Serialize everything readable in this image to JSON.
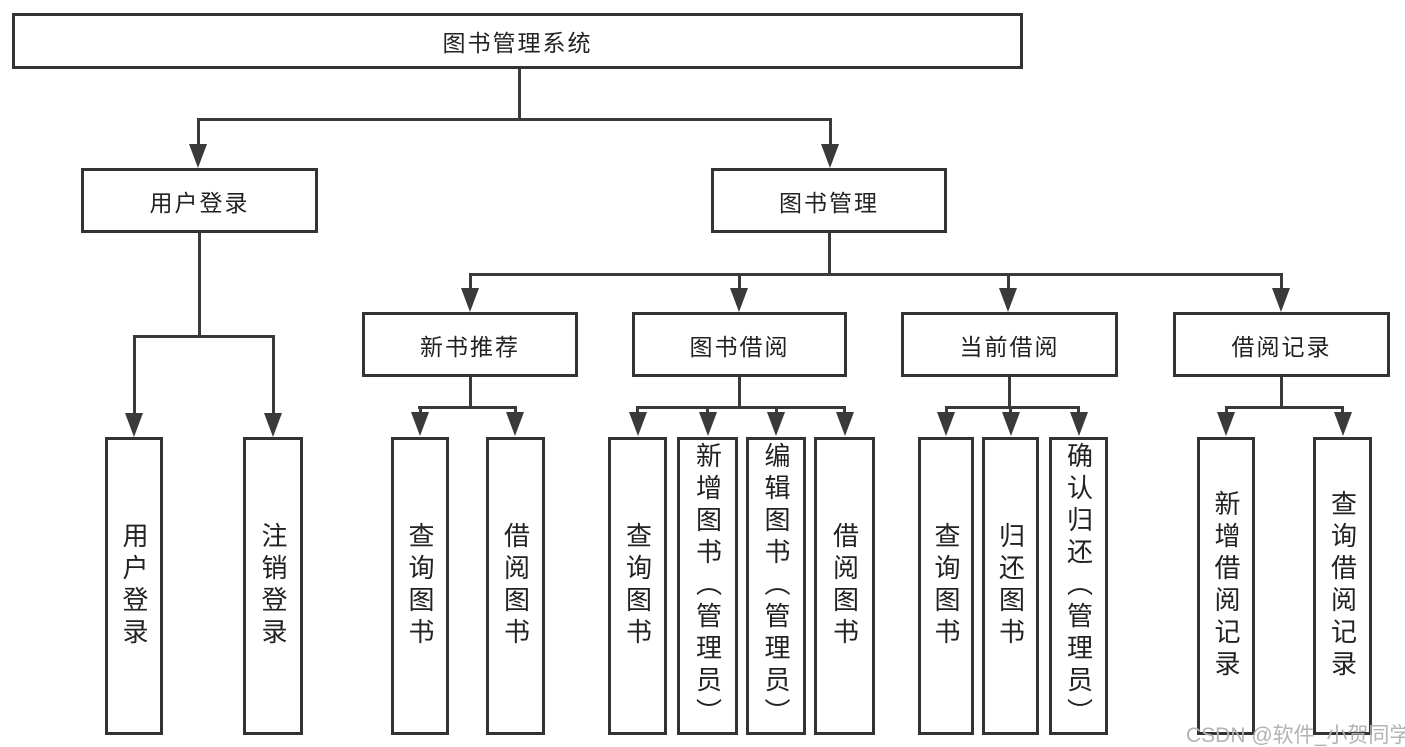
{
  "diagram": {
    "type": "hierarchy",
    "root": {
      "label": "图书管理系统"
    },
    "level2": [
      {
        "label": "用户登录"
      },
      {
        "label": "图书管理"
      }
    ],
    "level3": [
      {
        "label": "新书推荐"
      },
      {
        "label": "图书借阅"
      },
      {
        "label": "当前借阅"
      },
      {
        "label": "借阅记录"
      }
    ],
    "leaves": {
      "user_login": [
        "用户登录",
        "注销登录"
      ],
      "new_books": [
        "查询图书",
        "借阅图书"
      ],
      "book_borrow": [
        "查询图书",
        "新增图书（管理员）",
        "编辑图书（管理员）",
        "借阅图书"
      ],
      "current_borrow": [
        "查询图书",
        "归还图书",
        "确认归还（管理员）"
      ],
      "borrow_records": [
        "新增借阅记录",
        "查询借阅记录"
      ]
    }
  },
  "watermark": {
    "text": "CSDN @软件_小贺同学"
  },
  "colors": {
    "line": "#3a3a3a",
    "border": "#333333",
    "text": "#222222",
    "watermark": "#b3b3b3",
    "background": "#ffffff"
  }
}
